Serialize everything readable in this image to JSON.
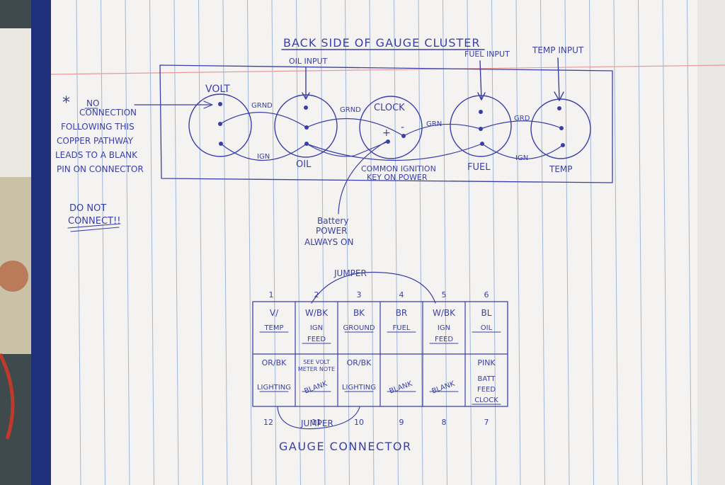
{
  "colors": {
    "ink": "#3a3fa8",
    "paper": "#f4f3f1",
    "ruled_line": "#9fb7d8",
    "margin_line": "#e79a9a",
    "binder": "#1f2f7a"
  },
  "title": "BACK SIDE OF GAUGE CLUSTER",
  "inputs": {
    "oil": "OIL INPUT",
    "fuel": "FUEL INPUT",
    "temp": "TEMP INPUT"
  },
  "note": {
    "asterisk": "*",
    "lines": [
      "NO",
      "CONNECTION",
      "FOLLOWING THIS",
      "COPPER PATHWAY",
      "LEADS TO A BLANK",
      "PIN ON CONNECTOR"
    ],
    "warning": [
      "DO NOT",
      "CONNECT!!"
    ]
  },
  "gauges": [
    {
      "label": "VOLT"
    },
    {
      "label": "OIL"
    },
    {
      "label": "CLOCK",
      "plus": "+",
      "minus": "-"
    },
    {
      "label": "FUEL"
    },
    {
      "label": "TEMP"
    }
  ],
  "wire_labels": [
    "GRND",
    "GRND",
    "GRN",
    "GRD",
    "IGN",
    "IGN"
  ],
  "ignition_note": [
    "COMMON IGNITION",
    "KEY ON POWER"
  ],
  "battery_note": [
    "Battery",
    "POWER",
    "ALWAYS ON"
  ],
  "connector": {
    "title": "GAUGE CONNECTOR",
    "jumper_label": "JUMPER",
    "top_numbers": [
      "1",
      "2",
      "3",
      "4",
      "5",
      "6"
    ],
    "bottom_numbers": [
      "12",
      "11",
      "10",
      "9",
      "8",
      "7"
    ],
    "top_row": [
      {
        "color": "V/",
        "function": [
          "TEMP"
        ]
      },
      {
        "color": "W/BK",
        "function": [
          "IGN",
          "FEED"
        ]
      },
      {
        "color": "BK",
        "function": [
          "GROUND"
        ]
      },
      {
        "color": "BR",
        "function": [
          "FUEL"
        ]
      },
      {
        "color": "W/BK",
        "function": [
          "IGN",
          "FEED"
        ]
      },
      {
        "color": "BL",
        "function": [
          "OIL"
        ]
      }
    ],
    "bottom_row": [
      {
        "color": "OR/BK",
        "function": [
          "LIGHTING"
        ]
      },
      {
        "color": "SEE VOLT METER NOTE",
        "function": [
          "BLANK"
        ]
      },
      {
        "color": "OR/BK",
        "function": [
          "LIGHTING"
        ]
      },
      {
        "color": "",
        "function": [
          "BLANK"
        ]
      },
      {
        "color": "",
        "function": [
          "BLANK"
        ]
      },
      {
        "color": "PINK",
        "function": [
          "BATT",
          "FEED",
          "CLOCK"
        ]
      }
    ]
  }
}
